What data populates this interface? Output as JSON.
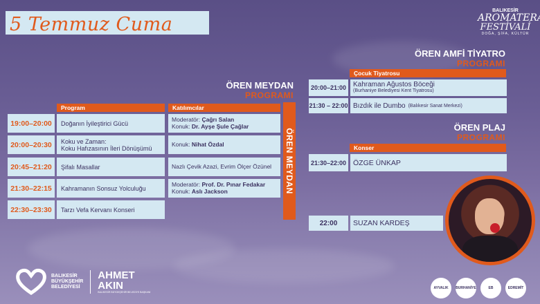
{
  "title": "5 Temmuz Cuma",
  "festival_logo": {
    "line1": "BALIKESİR",
    "line2": "AROMATERAPİ",
    "line3": "FESTİVALİ",
    "tagline": "DOĞA, ŞİFA, KÜLTÜR"
  },
  "oren_meydan": {
    "name": "ÖREN MEYDAN",
    "program_word": "PROGRAMI",
    "program_header": "Program",
    "participants_header": "Katılımcılar",
    "vertical_label": "ÖREN MEYDAN",
    "rows": [
      {
        "time": "19:00–20:00",
        "program": "Doğanın İyileştirici Gücü",
        "p1_label": "Moderatör:",
        "p1_name": "Çağrı Salan",
        "p2_label": "Konuk:",
        "p2_name": "Dr. Ayşe Şule Çağlar"
      },
      {
        "time": "20:00–20:30",
        "program_line1": "Koku ve Zaman:",
        "program_line2": "Koku Hafızasının İleri Dönüşümü",
        "p1_label": "Konuk:",
        "p1_name": "Nihat Özdal"
      },
      {
        "time": "20:45–21:20",
        "program": "Şifalı Masallar",
        "participants": "Nazlı Çevik Azazi, Evrim Ölçer Özünel"
      },
      {
        "time": "21:30–22:15",
        "program": "Kahramanın Sonsuz Yolculuğu",
        "p1_label": "Moderatör:",
        "p1_name": "Prof. Dr. Pınar Fedakar",
        "p2_label": "Konuk:",
        "p2_name": "Aslı Jackson"
      },
      {
        "time": "22:30–23:30",
        "program": "Tarzı Vefa Kervanı Konseri"
      }
    ]
  },
  "oren_amfi": {
    "name": "ÖREN AMFİ TİYATRO",
    "program_word": "PROGRAMI",
    "section_header": "Çocuk Tiyatrosu",
    "rows": [
      {
        "time": "20:00–21:00",
        "title": "Kahraman Ağustos Böceği",
        "note": "(Burhaniye Belediyesi Kent Tiyatrosu)"
      },
      {
        "time": "21:30 – 22:00",
        "title": "Bızdık ile Dumbo",
        "note": "(Balıkesir Sanat Merkezi)"
      }
    ]
  },
  "oren_plaj": {
    "name": "ÖREN PLAJ",
    "program_word": "PROGRAMI",
    "section_header": "Konser",
    "rows": [
      {
        "time": "21:30–22:00",
        "title": "ÖZGE ÜNKAP"
      },
      {
        "time": "22:00",
        "title": "SUZAN KARDEŞ"
      }
    ]
  },
  "footer": {
    "municipality": [
      "BALIKESİR",
      "BÜYÜKŞEHİR",
      "BELEDİYESİ"
    ],
    "mayor_first": "AHMET",
    "mayor_last": "AKIN",
    "mayor_title": "BALIKESİR BÜYÜKŞEHİR BELEDİYE BAŞKANI",
    "badges": [
      "AYVALIK",
      "BURHANİYE",
      "EB",
      "EDREMİT"
    ]
  },
  "colors": {
    "accent": "#e05a1c",
    "cell": "#d4e8f2",
    "text": "#3b3160"
  }
}
